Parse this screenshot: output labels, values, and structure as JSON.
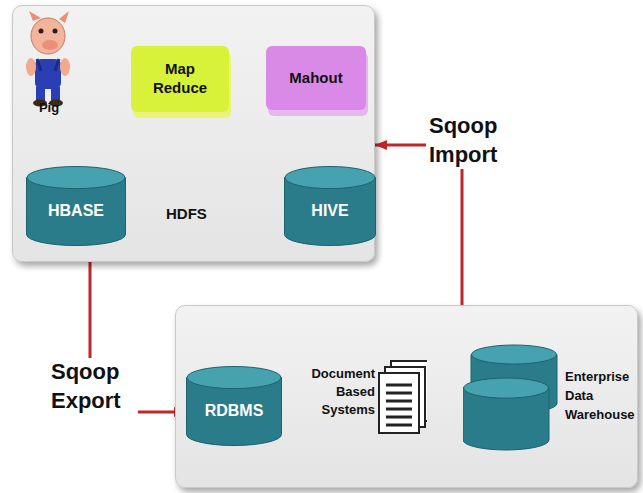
{
  "diagram": {
    "nodes": [
      {
        "text": [
          "HDFS"
        ]
      },
      {
        "text": [
          "Pig"
        ],
        "in": 0
      },
      {
        "text": [
          "Map Reduce"
        ],
        "in": 0
      },
      {
        "text": [
          "Mahout"
        ],
        "in": 0
      },
      {
        "text": [
          "HBASE"
        ],
        "in": 0
      },
      {
        "text": [
          "HIVE"
        ],
        "in": 0
      },
      {
        "text": []
      },
      {
        "text": [
          "RDBMS"
        ],
        "in": 6
      },
      {
        "text": [
          "Document Based Systems"
        ],
        "in": 6
      },
      {
        "text": [
          "Enterprise Data Warehouse"
        ],
        "in": 6
      }
    ],
    "edges": [
      {
        "from": 6,
        "to": 0,
        "label": "Sqoop Import",
        "arrow": "to"
      },
      {
        "from": 0,
        "to": 7,
        "label": "Sqoop Export",
        "arrow": "to"
      }
    ]
  }
}
